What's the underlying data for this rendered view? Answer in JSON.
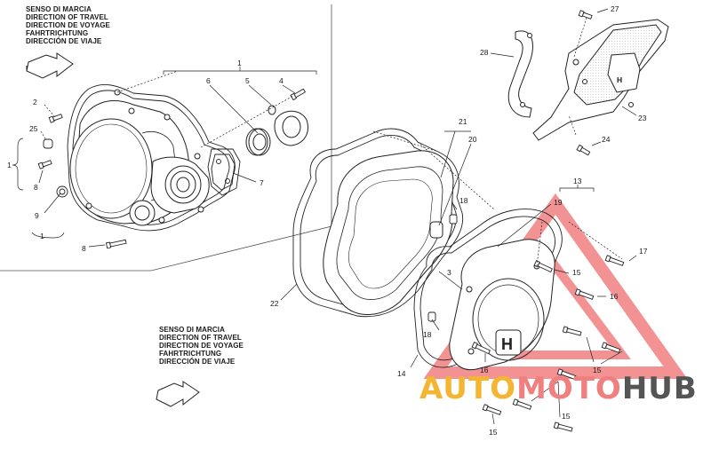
{
  "direction_texts": {
    "top": [
      "SENSO DI MARCIA",
      "DIRECTION OF TRAVEL",
      "DIRECTION DE VOYAGE",
      "FAHRTRICHTUNG",
      "DIRECCIÓN DE VIAJE"
    ],
    "bottom": [
      "SENSO DI MARCIA",
      "DIRECTION OF TRAVEL",
      "DIRECTION DE VOYAGE",
      "FAHRTRICHTUNG",
      "DIRECCIÓN DE VIAJE"
    ]
  },
  "callouts": {
    "c1a": "1",
    "c2": "2",
    "c25": "25",
    "c1b": "1",
    "c8a": "8",
    "c9": "9",
    "c1c": "1",
    "c8b": "8",
    "c6": "6",
    "c5": "5",
    "c4": "4",
    "c7": "7",
    "c27": "27",
    "c28": "28",
    "c23": "23",
    "c24": "24",
    "c21": "21",
    "c20": "20",
    "c18a": "18",
    "c22": "22",
    "c13": "13",
    "c19": "19",
    "c17": "17",
    "c3": "3",
    "c15a": "15",
    "c16a": "16",
    "c18b": "18",
    "c16b": "16",
    "c15b": "15",
    "c14": "14",
    "c15c": "15",
    "c15d": "15"
  },
  "watermark": {
    "part1": "AUTO",
    "part2": "MOTO",
    "part3": "HUB",
    "color_orange": "#f4b532",
    "color_red": "#e84c4c",
    "color_dark": "#444444"
  },
  "logo_letter": "H"
}
